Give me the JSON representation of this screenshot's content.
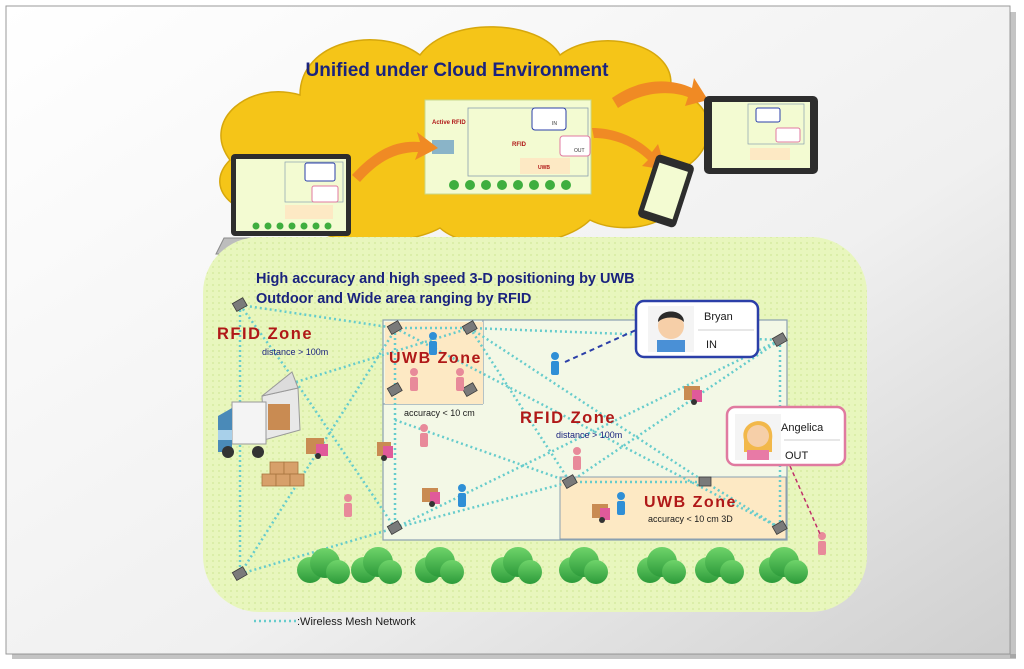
{
  "cloud": {
    "title": "Unified under Cloud Environment"
  },
  "headline": {
    "line1": "High accuracy and high speed 3-D positioning by UWB",
    "line2": "Outdoor and Wide area ranging by RFID"
  },
  "zones": {
    "rfid_left": {
      "title": "RFID Zone",
      "note": "distance > 100m"
    },
    "uwb_top": {
      "title": "UWB Zone",
      "note": "accuracy < 10 cm"
    },
    "rfid_mid": {
      "title": "RFID Zone",
      "note": "distance > 100m"
    },
    "uwb_bottom": {
      "title": "UWB Zone",
      "note": "accuracy < 10 cm 3D"
    }
  },
  "status_cards": [
    {
      "name": "Bryan",
      "status": "IN",
      "color": "#2b3fa8"
    },
    {
      "name": "Angelica",
      "status": "OUT",
      "color": "#e07aa0"
    }
  ],
  "mini_map": {
    "label_rfid": "Active RFID",
    "label_zone": "RFID",
    "label_uwb": "UWB",
    "card_in": "IN",
    "card_out": "OUT"
  },
  "legend": {
    "text": ":Wireless Mesh Network"
  },
  "colors": {
    "zone_red": "#b01818",
    "mesh": "#66cccc",
    "ground": "#e6f5b8",
    "cloud": "#f5c518",
    "arrow": "#f08a24",
    "blue_text": "#1a237e"
  }
}
